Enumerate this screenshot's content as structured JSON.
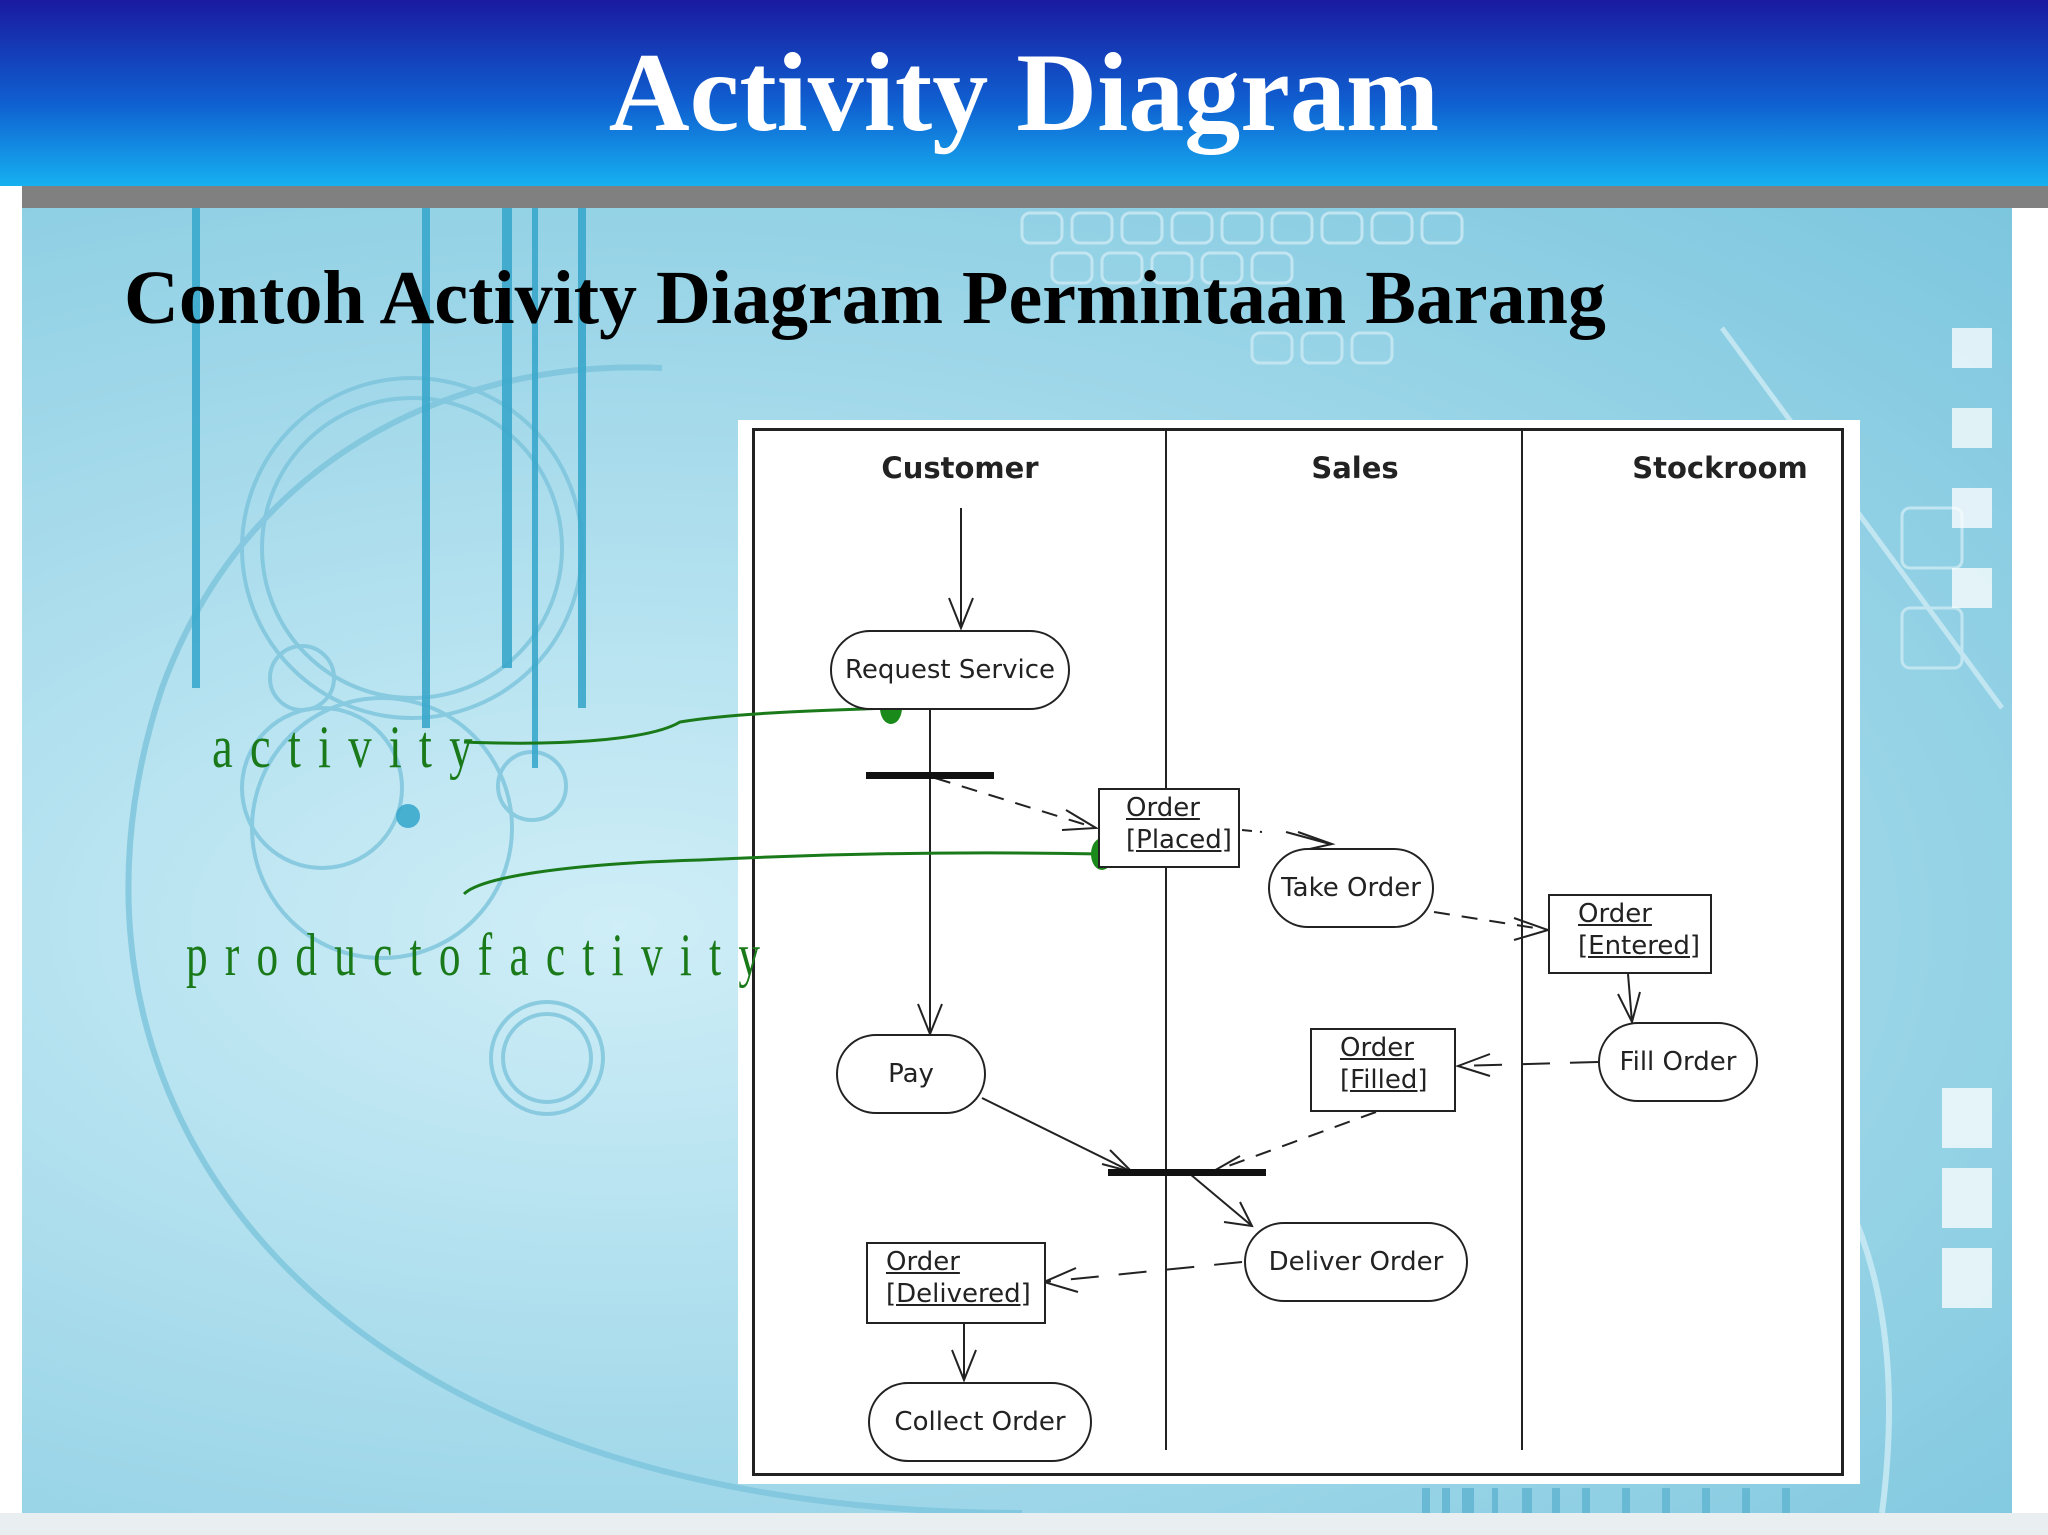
{
  "slide": {
    "title": "Activity Diagram",
    "subtitle": "Contoh Activity Diagram Permintaan Barang"
  },
  "annotations": {
    "activity_label": "activity",
    "product_label": "productofactivity",
    "color": "#1a7a1a"
  },
  "diagram": {
    "lanes": [
      "Customer",
      "Sales",
      "Stockroom"
    ],
    "activities": {
      "request_service": "Request Service",
      "take_order": "Take Order",
      "pay": "Pay",
      "fill_order": "Fill Order",
      "deliver_order": "Deliver Order",
      "collect_order": "Collect Order"
    },
    "objects": {
      "order_placed": {
        "line1": "Order",
        "line2": "[Placed]"
      },
      "order_entered": {
        "line1": "Order",
        "line2": "[Entered]"
      },
      "order_filled": {
        "line1": "Order",
        "line2": "[Filled]"
      },
      "order_delivered": {
        "line1": "Order",
        "line2": "[Delivered]"
      }
    }
  },
  "colors": {
    "title_bar_top": "#1a1aa0",
    "title_bar_bottom": "#16b0f0",
    "divider": "#808080",
    "background": "#a9dcec"
  }
}
